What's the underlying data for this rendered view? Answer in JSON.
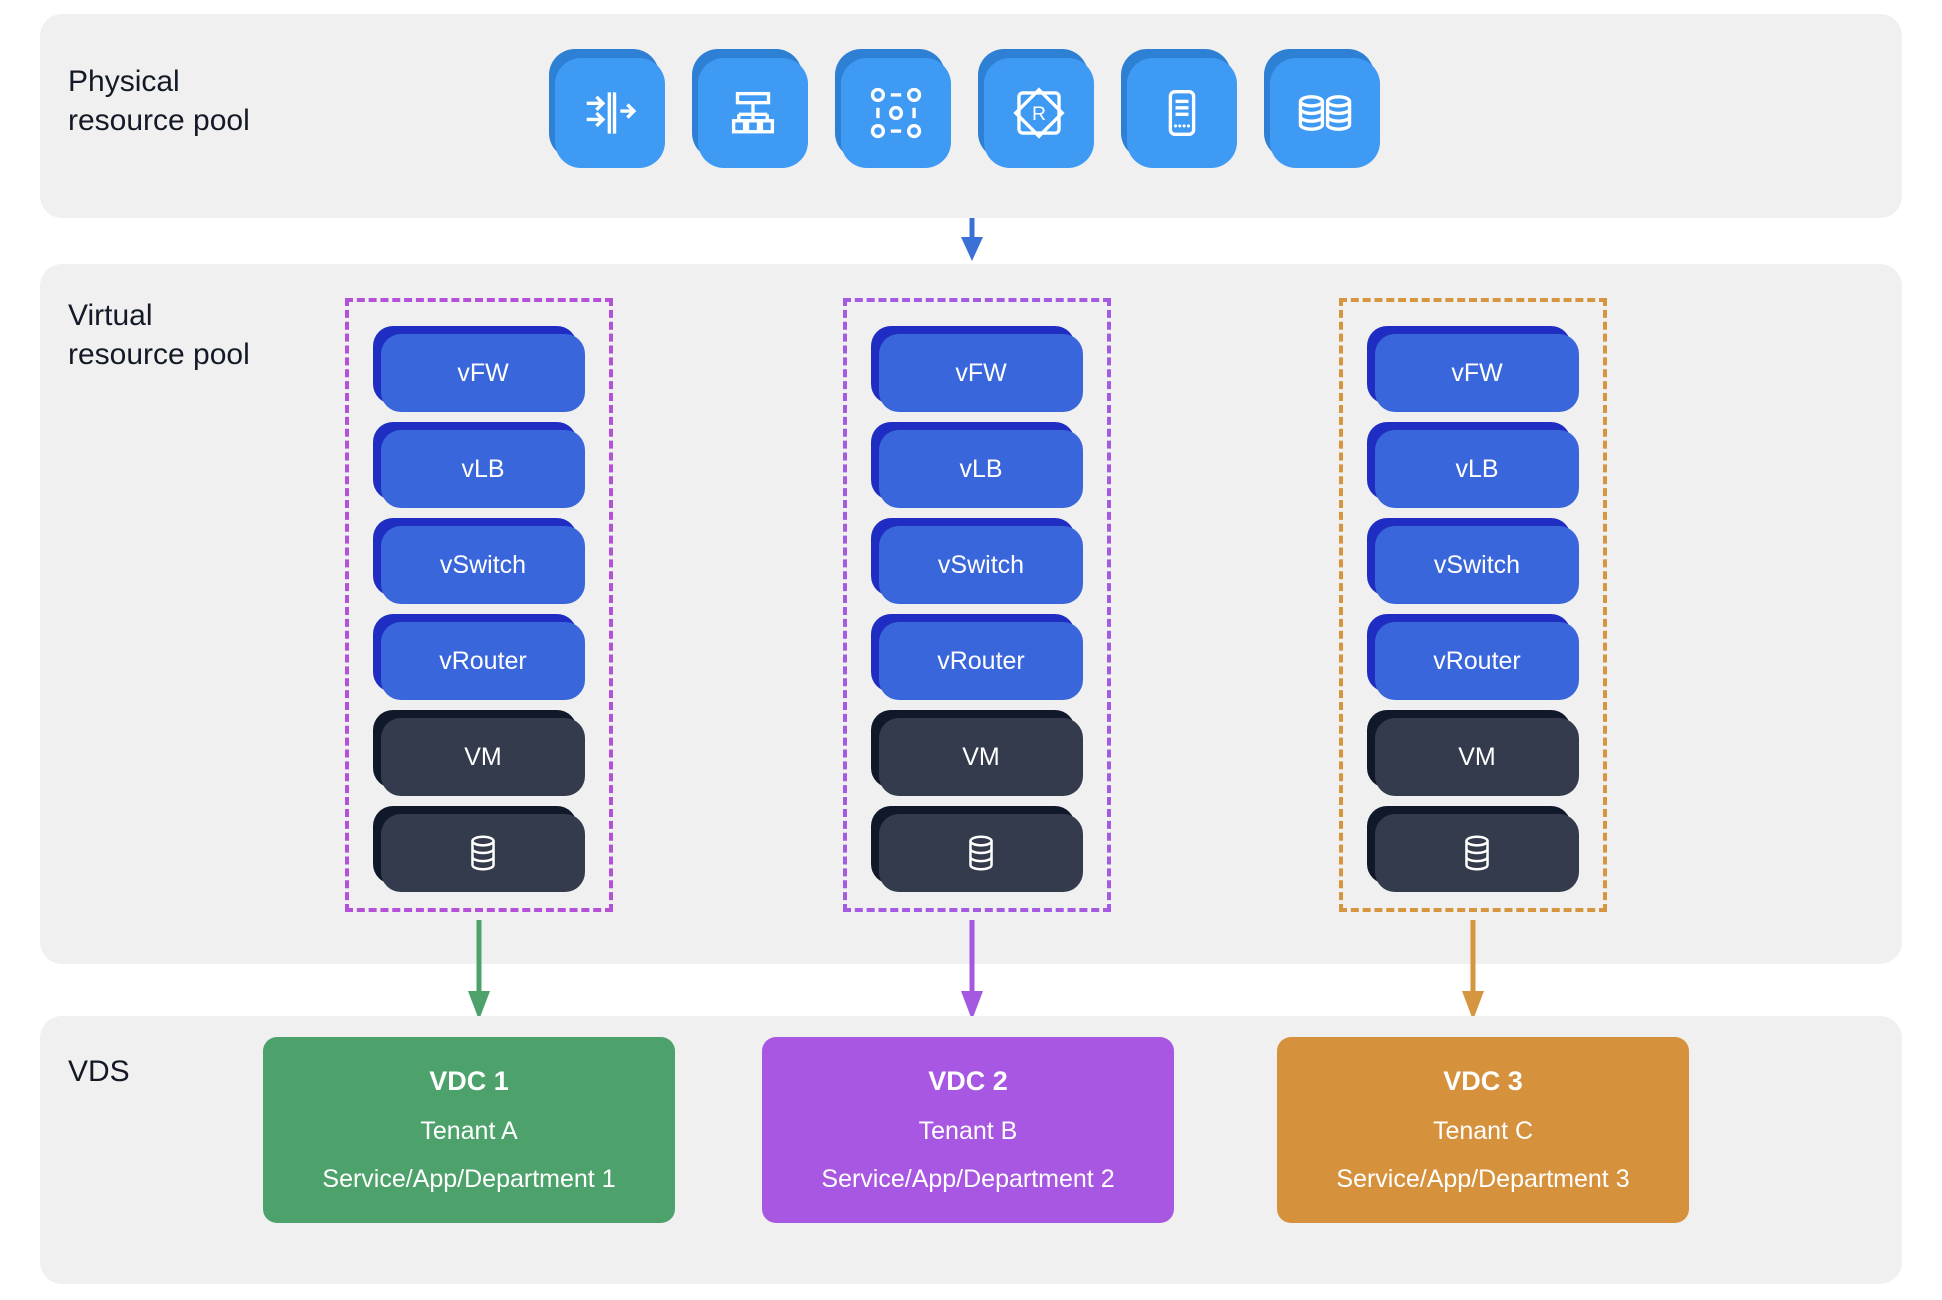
{
  "page": {
    "background": "#ffffff",
    "panel_background": "#f0f0f1",
    "text_color": "#131a26"
  },
  "physical": {
    "label": "Physical resource pool",
    "tile_color": "#3f9af4",
    "tile_shadow_color": "#2d80d4",
    "icons": [
      {
        "name": "firewall-icon"
      },
      {
        "name": "network-topology-icon"
      },
      {
        "name": "cluster-grid-icon"
      },
      {
        "name": "router-icon",
        "letter": "R"
      },
      {
        "name": "server-icon"
      },
      {
        "name": "storage-array-icon"
      }
    ]
  },
  "flow": {
    "physical_to_virtual_arrow_color": "#3b70d7"
  },
  "virtual": {
    "label": "Virtual resource pool",
    "network_item_color": "#3a66dc",
    "network_item_shadow_color": "#1f2dc3",
    "compute_item_color": "#343b4d",
    "compute_item_shadow_color": "#10192a",
    "columns": [
      {
        "border_color": "#b551d8",
        "arrow_color": "#4da26b",
        "items": [
          "vFW",
          "vLB",
          "vSwitch",
          "vRouter",
          "VM"
        ],
        "storage_item_icon": "database-icon"
      },
      {
        "border_color": "#a55ae2",
        "arrow_color": "#a459e0",
        "items": [
          "vFW",
          "vLB",
          "vSwitch",
          "vRouter",
          "VM"
        ],
        "storage_item_icon": "database-icon"
      },
      {
        "border_color": "#d6953f",
        "arrow_color": "#d6953f",
        "items": [
          "vFW",
          "vLB",
          "vSwitch",
          "vRouter",
          "VM"
        ],
        "storage_item_icon": "database-icon"
      }
    ]
  },
  "vds": {
    "label": "VDS",
    "cards": [
      {
        "title": "VDC 1",
        "tenant": "Tenant A",
        "service": "Service/App/Department 1",
        "color": "#4da26b"
      },
      {
        "title": "VDC 2",
        "tenant": "Tenant B",
        "service": "Service/App/Department 2",
        "color": "#a857e2"
      },
      {
        "title": "VDC 3",
        "tenant": "Tenant C",
        "service": "Service/App/Department 3",
        "color": "#d6913d"
      }
    ]
  }
}
